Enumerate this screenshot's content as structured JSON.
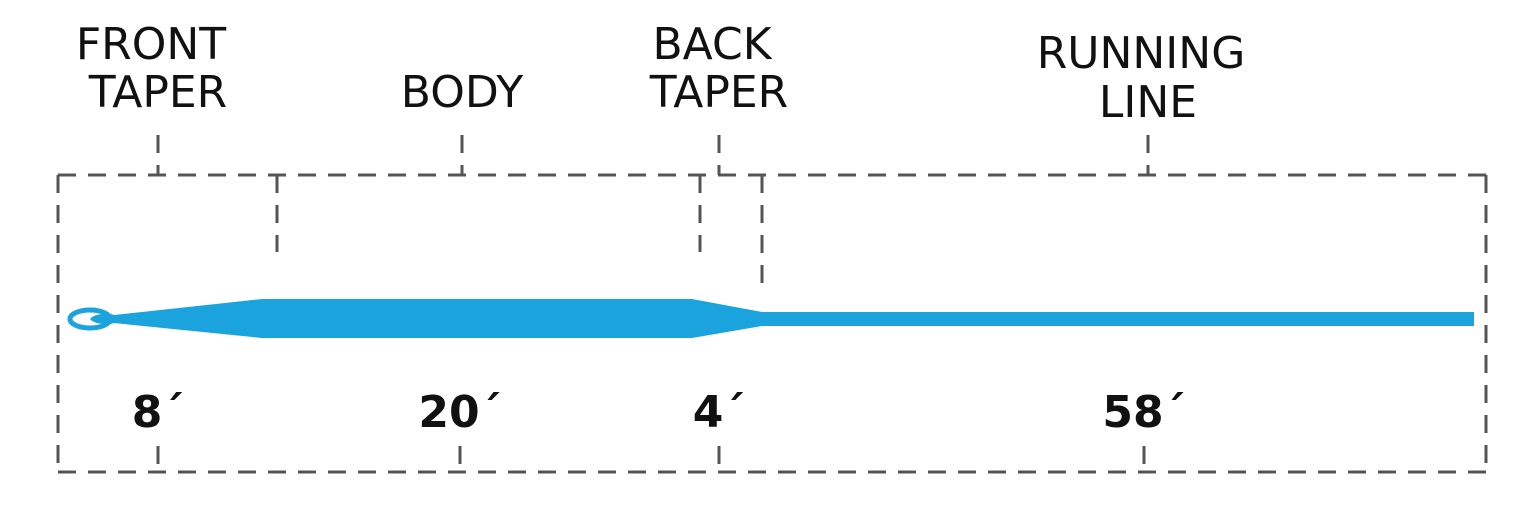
{
  "sections": [
    {
      "key": "front_taper",
      "label_lines": [
        "FRONT",
        "TAPER"
      ],
      "length": "8´"
    },
    {
      "key": "body",
      "label_lines": [
        "BODY"
      ],
      "length": "20´"
    },
    {
      "key": "back_taper",
      "label_lines": [
        "BACK",
        "TAPER"
      ],
      "length": "4´"
    },
    {
      "key": "running_line",
      "label_lines": [
        "RUNNING",
        "LINE"
      ],
      "length": "58´"
    }
  ],
  "colors": {
    "line": "#1AA3DD",
    "dash": "#555555",
    "text": "#111111"
  }
}
